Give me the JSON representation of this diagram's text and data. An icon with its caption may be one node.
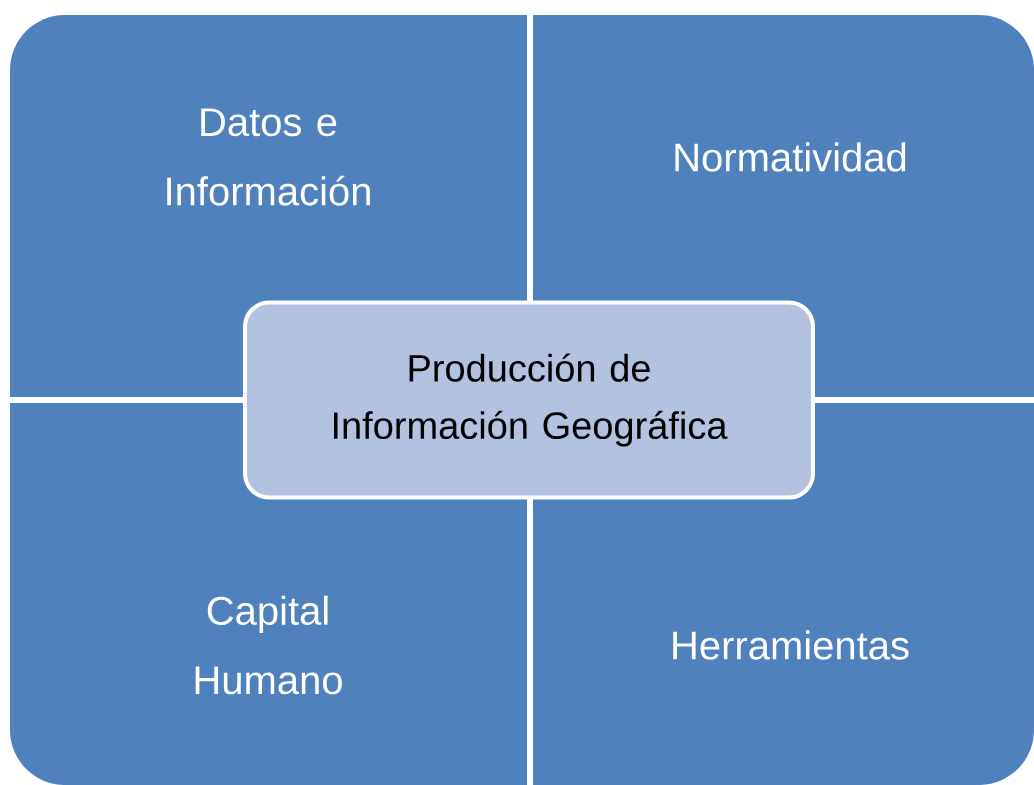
{
  "diagram": {
    "nodes": [
      {
        "text": [
          "Datos e Información"
        ]
      },
      {
        "text": [
          "Normatividad"
        ]
      },
      {
        "text": [
          "Producción de Información Geográfica"
        ]
      },
      {
        "text": [
          "Capital Humano"
        ]
      },
      {
        "text": [
          "Herramientas"
        ]
      }
    ]
  }
}
